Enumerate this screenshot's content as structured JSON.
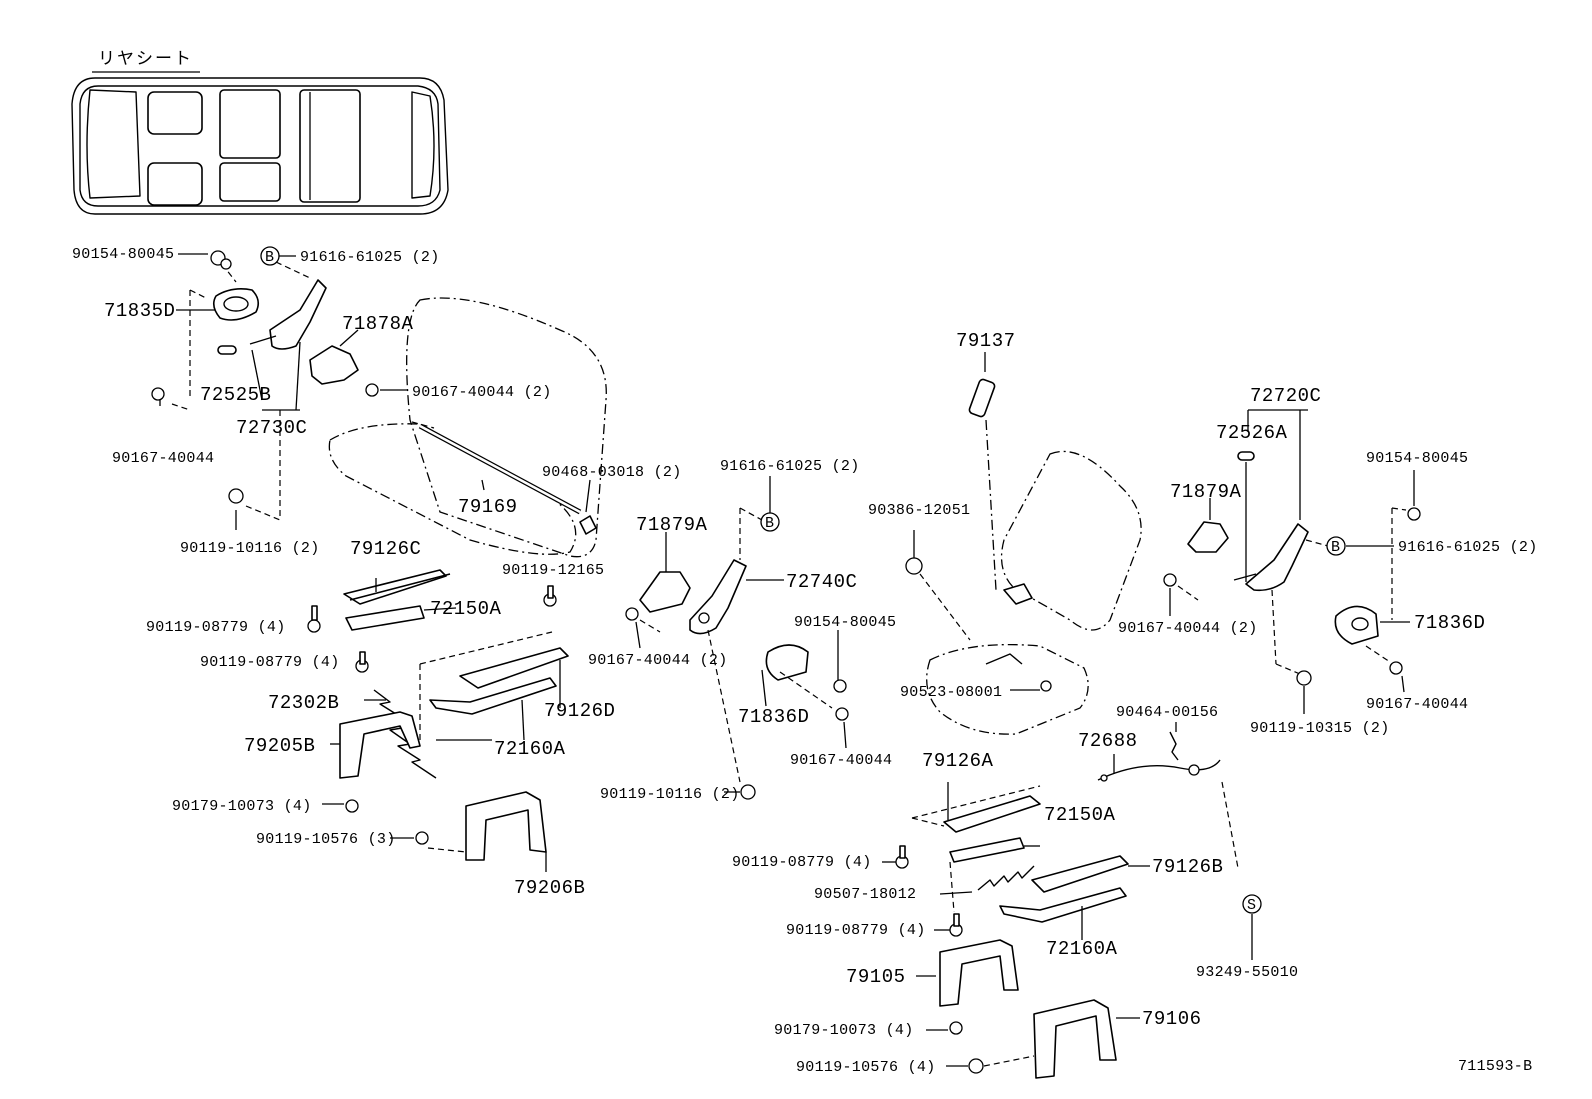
{
  "header": {
    "title": "リヤシート",
    "ref_code": "711593-B"
  },
  "callouts": {
    "B": "B",
    "S": "S"
  },
  "left": {
    "p90154_80045": "90154-80045",
    "p91616_61025": "91616-61025 (2)",
    "p71835D": "71835D",
    "p71878A": "71878A",
    "p72525B": "72525B",
    "p90167_40044_2": "90167-40044 (2)",
    "p72730C": "72730C",
    "p90167_40044": "90167-40044",
    "p90119_10116": "90119-10116 (2)",
    "p79169": "79169",
    "p90468_03018": "90468-03018 (2)",
    "p79126C": "79126C",
    "p90119_12165": "90119-12165",
    "p90119_08779_a": "90119-08779 (4)",
    "p72150A": "72150A",
    "p90119_08779_b": "90119-08779 (4)",
    "p79126D": "79126D",
    "p72302B": "72302B",
    "p72160A": "72160A",
    "p79205B": "79205B",
    "p90179_10073": "90179-10073 (4)",
    "p90119_10576": "90119-10576 (3)",
    "p79206B": "79206B"
  },
  "middle": {
    "p91616_61025": "91616-61025 (2)",
    "p71879A": "71879A",
    "p72740C": "72740C",
    "p90167_40044_2": "90167-40044 (2)",
    "p90154_80045": "90154-80045",
    "p71836D": "71836D",
    "p90167_40044": "90167-40044",
    "p90119_10116": "90119-10116 (2)"
  },
  "right": {
    "p79137": "79137",
    "p90386_12051": "90386-12051",
    "p90523_08001": "90523-08001",
    "p72720C": "72720C",
    "p72526A": "72526A",
    "p90154_80045": "90154-80045",
    "p71879A": "71879A",
    "p91616_61025": "91616-61025 (2)",
    "p90167_40044_2": "90167-40044 (2)",
    "p71836D": "71836D",
    "p90119_10315": "90119-10315 (2)",
    "p90167_40044": "90167-40044",
    "p90464_00156": "90464-00156",
    "p72688": "72688",
    "p79126A": "79126A",
    "p72150A": "72150A",
    "p90119_08779_a": "90119-08779 (4)",
    "p79126B": "79126B",
    "p90507_18012": "90507-18012",
    "p90119_08779_b": "90119-08779 (4)",
    "p72160A": "72160A",
    "p93249_55010": "93249-55010",
    "p79105": "79105",
    "p79106": "79106",
    "p90179_10073": "90179-10073 (4)",
    "p90119_10576": "90119-10576 (4)"
  }
}
